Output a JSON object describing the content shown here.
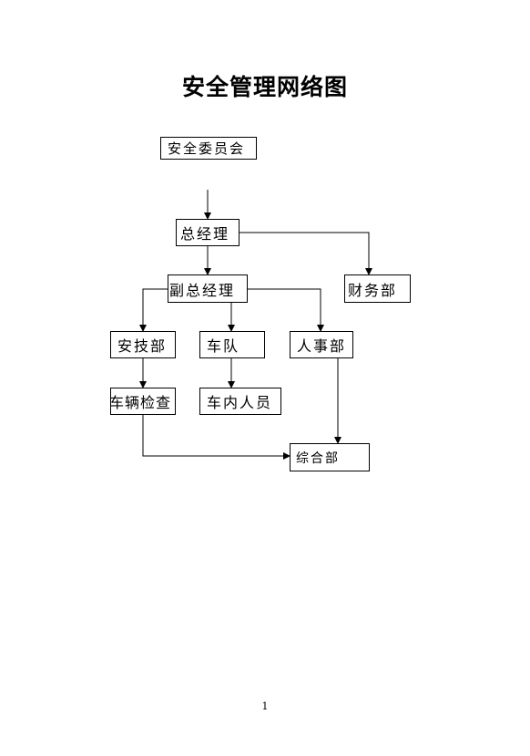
{
  "title": "安全管理网络图",
  "nodes": {
    "safety_committee": "安全委员会",
    "general_manager": "总经理",
    "finance_dept": "财务部",
    "deputy_gm": "副总经理",
    "safety_tech_dept": "安技部",
    "fleet": "车队",
    "hr_dept": "人事部",
    "vehicle_inspection": "车辆检查",
    "vehicle_staff": "车内人员",
    "general_affairs_dept": "综合部"
  },
  "page_number": "1"
}
